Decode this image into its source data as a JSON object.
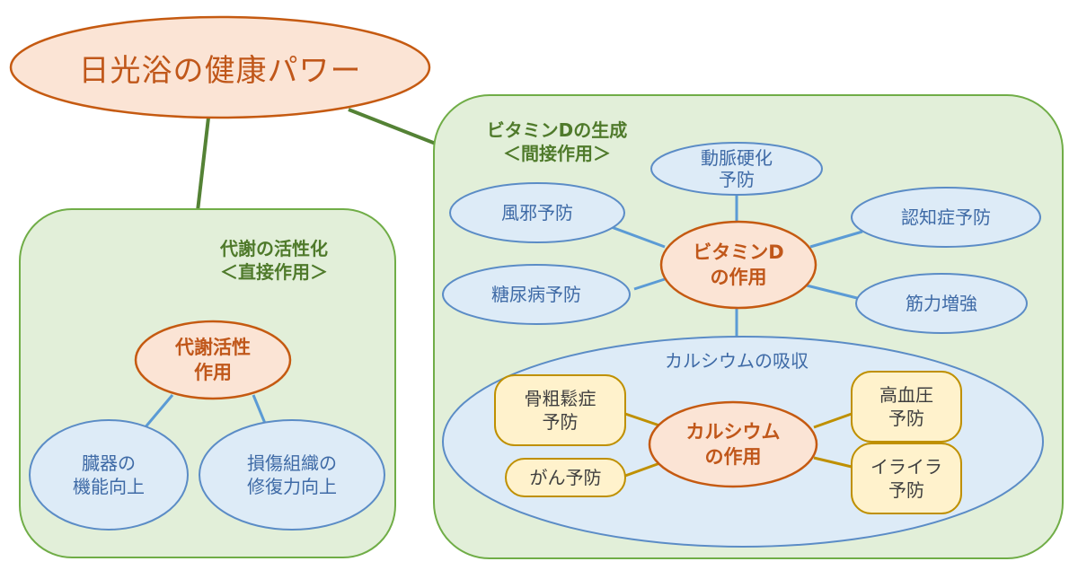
{
  "title": "日光浴の健康パワー",
  "left_group": {
    "label": "代謝の活性化\n＜直接作用＞",
    "hub": "代謝活性\n作用",
    "effects": [
      "臓器の\n機能向上",
      "損傷組織の\n修復力向上"
    ]
  },
  "right_group": {
    "label": "ビタミンDの生成\n＜間接作用＞",
    "hub": "ビタミンD\nの作用",
    "effects": [
      "動脈硬化\n予防",
      "風邪予防",
      "認知症予防",
      "糖尿病予防",
      "筋力増強"
    ],
    "calcium": {
      "label": "カルシウムの吸収",
      "hub": "カルシウム\nの作用",
      "effects": [
        "骨粗鬆症\n予防",
        "がん予防",
        "高血圧\n予防",
        "イライラ\n予防"
      ]
    }
  },
  "colors": {
    "group_fill": "#e2efd9",
    "group_stroke": "#70ad47",
    "bubble_fill": "#ddebf7",
    "bubble_stroke": "#5b8cc6",
    "hub_fill": "#fbe4d5",
    "hub_stroke": "#c55a11",
    "yellow_fill": "#fff2cc",
    "yellow_stroke": "#bf9000",
    "trunk_line": "#548235",
    "blue_line": "#5b9bd5",
    "gold_line": "#bf9000"
  }
}
